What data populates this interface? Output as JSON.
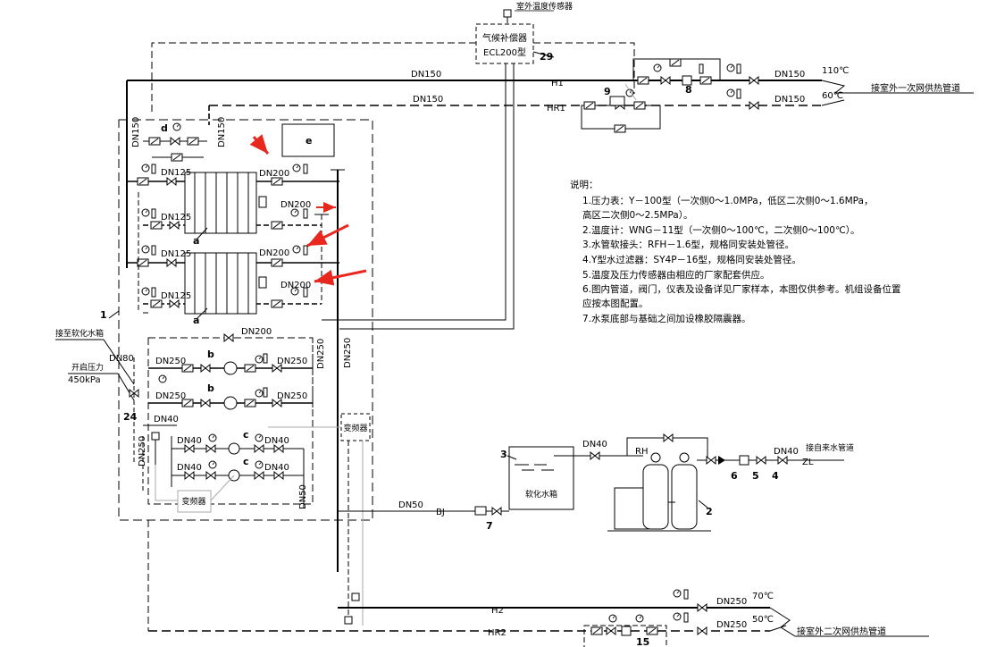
{
  "top": {
    "sensor_label": "室外温度传感器",
    "controller_line1": "气候补偿器",
    "controller_line2": "ECL200型",
    "controller_num": "29",
    "pipe_h1": "DN150",
    "pipe_hr1": "DN150",
    "h1": "H1",
    "hr1": "HR1",
    "supply_dn": "DN150",
    "return_dn": "DN150",
    "t_supply": "110℃",
    "t_return": "60℃",
    "primary_net": "接室外一次网供热管道",
    "num_8": "8",
    "num_9": "9"
  },
  "left": {
    "vert_dn_a": "DN150",
    "vert_dn_b": "DN150",
    "d": "d",
    "e": "e",
    "hx_a": "a",
    "hx_b": "a",
    "dn125_1": "DN125",
    "dn125_2": "DN125",
    "dn125_3": "DN125",
    "dn125_4": "DN125",
    "dn200_1": "DN200",
    "dn200_2": "DN200",
    "dn200_3": "DN200",
    "dn200_4": "DN200",
    "dn200_bypass": "DN200",
    "num_1": "1",
    "softwater_in": "接至软化水箱",
    "dn80": "DN80",
    "open_pressure": "开启压力",
    "pressure_val": "450kPa",
    "num_24": "24",
    "dn250_a1": "DN250",
    "dn250_a2": "DN250",
    "dn250_b1": "DN250",
    "dn250_b2": "DN250",
    "dn250_vert": "DN250",
    "dn250_center": "DN250",
    "pump_b1": "b",
    "pump_b2": "b",
    "dn40_main": "DN40",
    "dn40_a1": "DN40",
    "dn40_a2": "DN40",
    "dn40_b1": "DN40",
    "dn40_b2": "DN40",
    "pump_c1": "c",
    "pump_c2": "c",
    "vfd_1": "变频器",
    "vfd_2": "变频器",
    "dn50_vert": "DN50",
    "dn250_left": "DN250"
  },
  "notes": {
    "title": "说明：",
    "lines": [
      "1.压力表：Y－100型（一次侧0～1.0MPa，低区二次侧0～1.6MPa，",
      "   高区二次侧0～2.5MPa）。",
      "2.温度计：WNG－11型（一次侧0～100℃，二次侧0～100℃）。",
      "3.水管软接头：RFH－1.6型，规格同安装处管径。",
      "4.Y型水过滤器：SY4P－16型，规格同安装处管径。",
      "5.温度及压力传感器由相应的厂家配套供应。",
      "6.图内管道，阀门，仪表及设备详见厂家样本，本图仅供参考。机组设备位置",
      "   应按本图配置。",
      "7.水泵底部与基础之间加设橡胶隔震器。"
    ]
  },
  "softener": {
    "num_3": "3",
    "tank_label": "软化水箱",
    "dn40": "DN40",
    "rh": "RH",
    "num_2": "2",
    "num_4": "4",
    "num_5": "5",
    "num_6": "6",
    "dn40_in": "DN40",
    "city_water": "接自来水管道",
    "zl": "ZL",
    "dn50": "DN50",
    "bj": "BJ",
    "num_7": "7"
  },
  "bottom": {
    "h2": "H2",
    "hr2": "HR2",
    "supply_dn": "DN250",
    "return_dn": "DN250",
    "t_supply": "70℃",
    "t_return": "50℃",
    "secondary_net": "接室外二次网供热管道",
    "num_15": "15"
  },
  "colors": {
    "line": "#000000",
    "dashed": "#000000",
    "annotation_arrow": "#e8281e",
    "gray_line": "#aaaaaa"
  }
}
